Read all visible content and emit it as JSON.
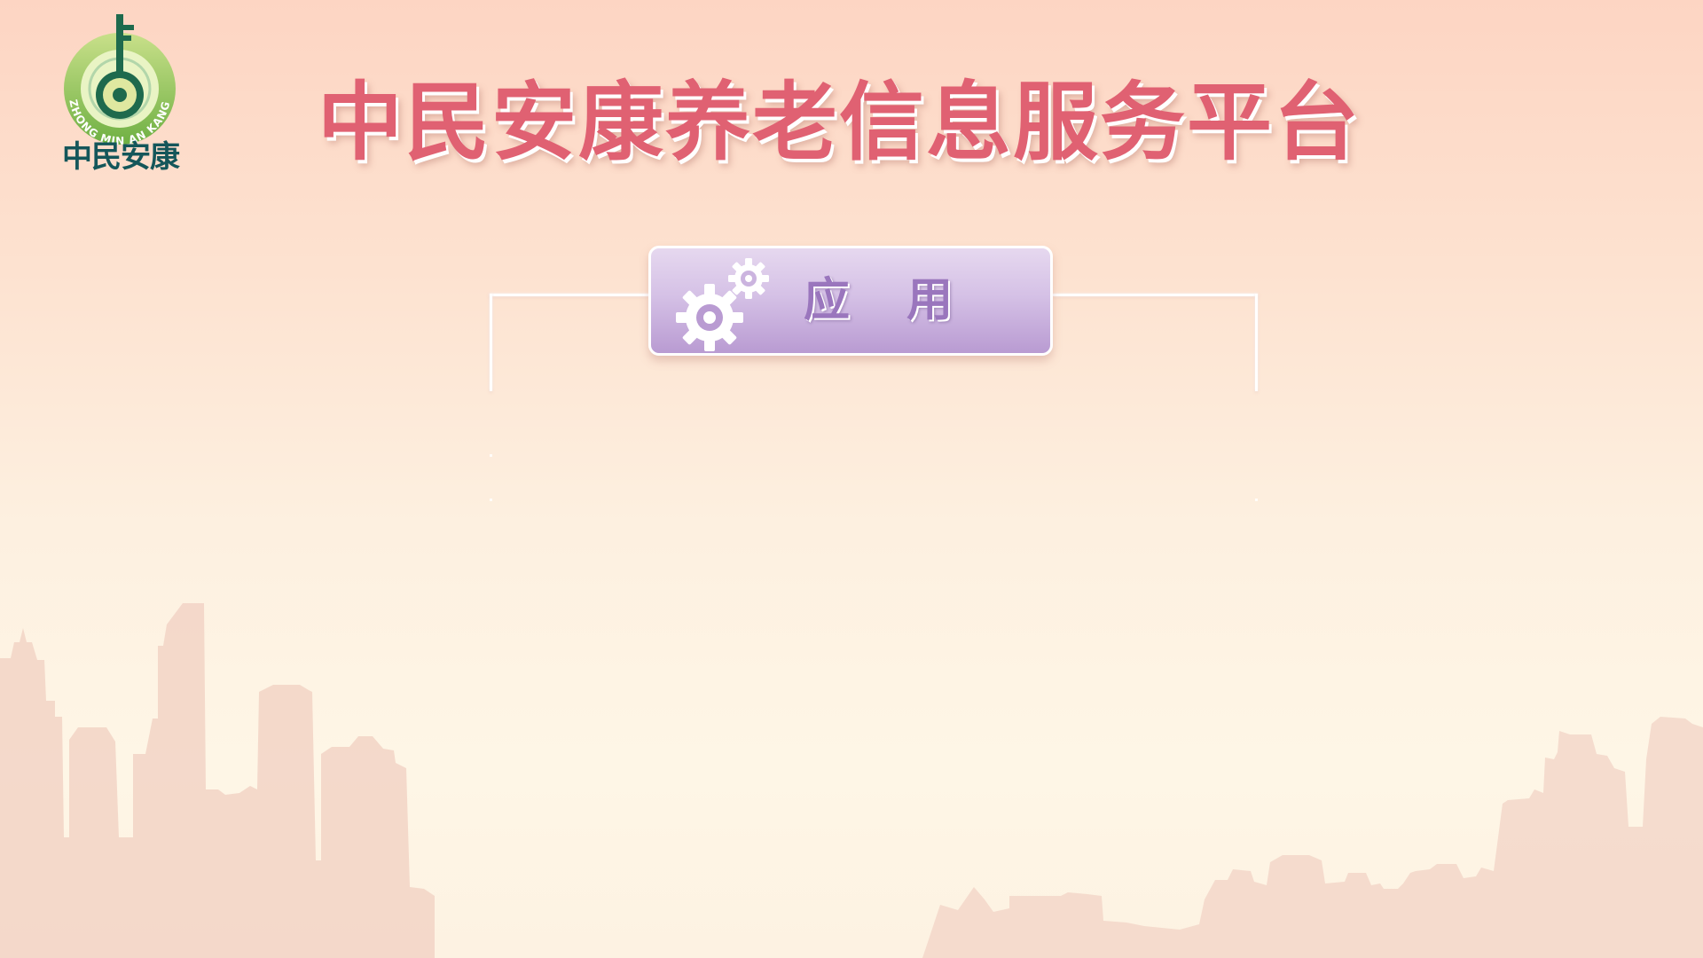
{
  "header": {
    "logo_text": "中民安康",
    "logo_ring_text": "ZHONG MIN AN KANG",
    "title": "中民安康养老信息服务平台"
  },
  "main": {
    "app_button_label": "应用"
  },
  "colors": {
    "title": "#e06172",
    "logo_teal": "#14565a",
    "logo_green": "#8bc34a",
    "button_purple": "#b99bd2",
    "button_text": "#9a76bd",
    "skyline": "#f2d6c9"
  },
  "icons": [
    "key-icon",
    "gears-icon"
  ]
}
